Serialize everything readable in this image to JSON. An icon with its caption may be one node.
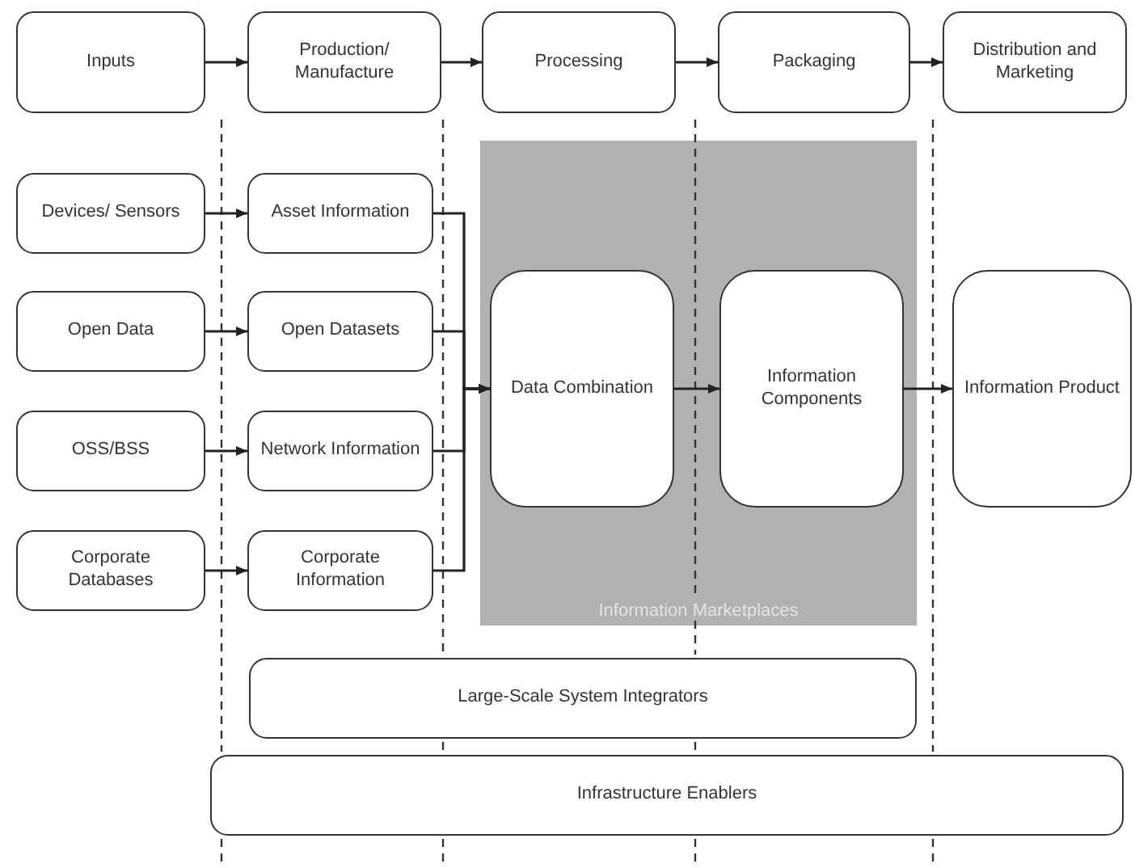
{
  "diagram": {
    "nodes": [
      {
        "text": [
          "Inputs"
        ]
      },
      {
        "text": [
          "Production/ Manufacture"
        ]
      },
      {
        "text": [
          "Processing"
        ]
      },
      {
        "text": [
          "Packaging"
        ]
      },
      {
        "text": [
          "Distribution and Marketing"
        ]
      },
      {
        "text": [
          "Devices/ Sensors"
        ]
      },
      {
        "text": [
          "Asset Information"
        ]
      },
      {
        "text": [
          "Open Data"
        ]
      },
      {
        "text": [
          "Open Datasets"
        ]
      },
      {
        "text": [
          "OSS/BSS"
        ]
      },
      {
        "text": [
          "Network Information"
        ]
      },
      {
        "text": [
          "Corporate Databases"
        ]
      },
      {
        "text": [
          "Corporate Information"
        ]
      },
      {
        "text": [
          "Information Marketplaces"
        ]
      },
      {
        "text": [
          "Data Combination"
        ],
        "in": 13
      },
      {
        "text": [
          "Information Components"
        ],
        "in": 13
      },
      {
        "text": [
          "Information Product"
        ]
      },
      {
        "text": [
          "Large-Scale System Integrators"
        ]
      },
      {
        "text": [
          "Infrastructure Enablers"
        ]
      }
    ],
    "edges": [
      {
        "from": 0,
        "to": 1,
        "arrow": "to"
      },
      {
        "from": 1,
        "to": 2,
        "arrow": "to"
      },
      {
        "from": 2,
        "to": 3,
        "arrow": "to"
      },
      {
        "from": 3,
        "to": 4,
        "arrow": "to"
      },
      {
        "from": 5,
        "to": 6,
        "arrow": "to"
      },
      {
        "from": 7,
        "to": 8,
        "arrow": "to"
      },
      {
        "from": 9,
        "to": 10,
        "arrow": "to"
      },
      {
        "from": 11,
        "to": 12,
        "arrow": "to"
      },
      {
        "from": 6,
        "to": 14,
        "arrow": "to"
      },
      {
        "from": 8,
        "to": 14,
        "arrow": "to"
      },
      {
        "from": 10,
        "to": 14,
        "arrow": "to"
      },
      {
        "from": 12,
        "to": 14,
        "arrow": "to"
      },
      {
        "from": 14,
        "to": 15,
        "arrow": "to"
      },
      {
        "from": 15,
        "to": 16,
        "arrow": "to"
      }
    ]
  }
}
